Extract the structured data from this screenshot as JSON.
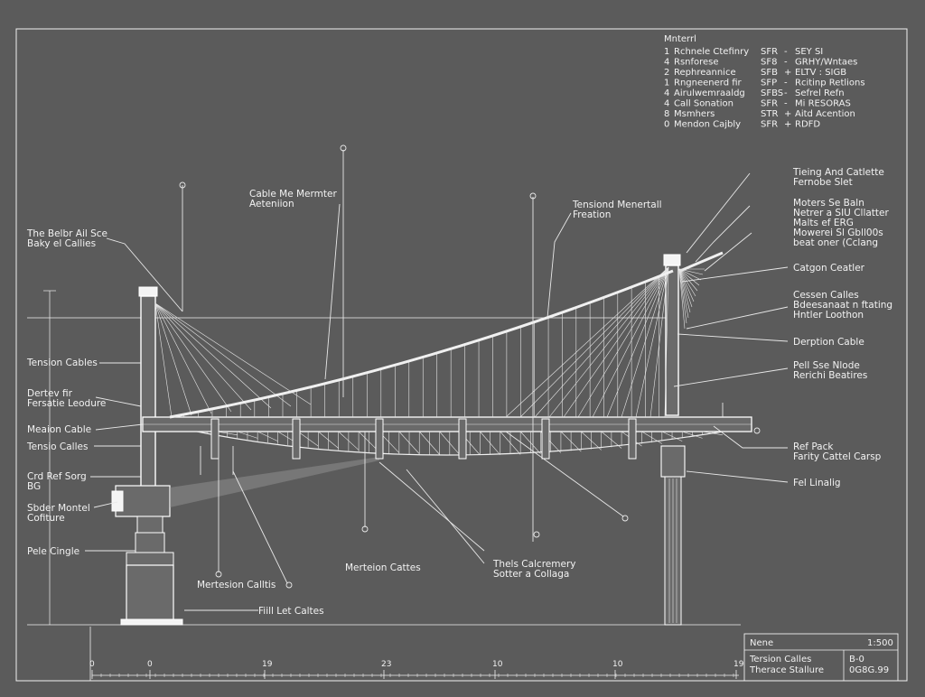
{
  "legend": {
    "title": "Mnterrl",
    "rows": [
      {
        "num": "1",
        "name": "Rchnele Ctefinry",
        "code": "SFR",
        "sep": "-",
        "value": "SEY SI"
      },
      {
        "num": "4",
        "name": "Rsnforese",
        "code": "SF8",
        "sep": "-",
        "value": "GRHY/Wntaes"
      },
      {
        "num": "2",
        "name": "Rephreannice",
        "code": "SFB",
        "sep": "+",
        "value": "ELTV : SIGB"
      },
      {
        "num": "1",
        "name": "Rngneenerd fir",
        "code": "SFP",
        "sep": "-",
        "value": "Rcitinp Retlions"
      },
      {
        "num": "4",
        "name": "Airulwemraaldg",
        "code": "SFBS",
        "sep": "-",
        "value": "Sefrel Refn"
      },
      {
        "num": "4",
        "name": "Call Sonation",
        "code": "SFR",
        "sep": "-",
        "value": "Mi RESORAS"
      },
      {
        "num": "8",
        "name": "Msmhers",
        "code": "STR",
        "sep": "+",
        "value": "Aitd Acention"
      },
      {
        "num": "0",
        "name": "Mendon Cajbly",
        "code": "SFR",
        "sep": "+",
        "value": "RDFD"
      }
    ]
  },
  "left_labels": [
    {
      "id": "main-size",
      "lines": [
        "The Belbr Ail Sce",
        "Baky el Callies"
      ]
    },
    {
      "id": "tension-cables",
      "lines": [
        "Tension Cables"
      ]
    },
    {
      "id": "dertev",
      "lines": [
        "Dertev fir",
        "Fersatie Leodure"
      ]
    },
    {
      "id": "meaion-cable",
      "lines": [
        "Meaion Cable"
      ]
    },
    {
      "id": "tensio-calles",
      "lines": [
        "Tensio Calles"
      ]
    },
    {
      "id": "crd-ref",
      "lines": [
        "Crd Ref Sorg",
        "BG"
      ]
    },
    {
      "id": "sbder-montel",
      "lines": [
        "Sbder Montel",
        "Cofiture"
      ]
    },
    {
      "id": "pele-cingle",
      "lines": [
        "Pele Cingle"
      ]
    }
  ],
  "top_labels": [
    {
      "id": "cable-member",
      "lines": [
        "Cable Me Mermter",
        "Aeteniion"
      ]
    },
    {
      "id": "tension-material",
      "lines": [
        "Tensiond Menertall",
        "Freation"
      ]
    }
  ],
  "right_labels": [
    {
      "id": "tieing",
      "lines": [
        "Tieing And Catlette",
        "Fernobe Slet"
      ]
    },
    {
      "id": "moters",
      "lines": [
        "Moters Se Baln",
        "Netrer a SIU Cllatter",
        "Malts ef ERG",
        "Mowerei Sl Gbll00s",
        "beat oner (Cclang"
      ]
    },
    {
      "id": "catgon",
      "lines": [
        "Catgon Ceatler"
      ]
    },
    {
      "id": "cessen",
      "lines": [
        "Cessen Calles",
        "Bdeesanaat n ftating",
        "Hntler Loothon"
      ]
    },
    {
      "id": "derption",
      "lines": [
        "Derption Cable"
      ]
    },
    {
      "id": "pell-sse",
      "lines": [
        "Pell Sse Nlode",
        "Rerichi Beatires"
      ]
    },
    {
      "id": "ref-pack",
      "lines": [
        "Ref Pack",
        "Farity Cattel Carsp"
      ]
    },
    {
      "id": "fel-linalig",
      "lines": [
        "Fel Linalig"
      ]
    }
  ],
  "bottom_labels": [
    {
      "id": "merteion-cattes",
      "lines": [
        "Merteion Cattes"
      ]
    },
    {
      "id": "thels",
      "lines": [
        "Thels Calcremery",
        "Sotter a Collaga"
      ]
    },
    {
      "id": "mertesion",
      "lines": [
        "Mertesion Calltis"
      ]
    },
    {
      "id": "fiill",
      "lines": [
        "Fiill Let Caltes"
      ]
    }
  ],
  "scale": {
    "ticks": [
      "0",
      "0",
      "19",
      "23",
      "10",
      "10",
      "19"
    ]
  },
  "title_block": {
    "name": "Nene",
    "scale": "1:500",
    "row2_left": "Tersion Calles",
    "row2_right": "B-0",
    "row3_left": "Therace Stallure",
    "row3_right": "0G8G.99"
  }
}
